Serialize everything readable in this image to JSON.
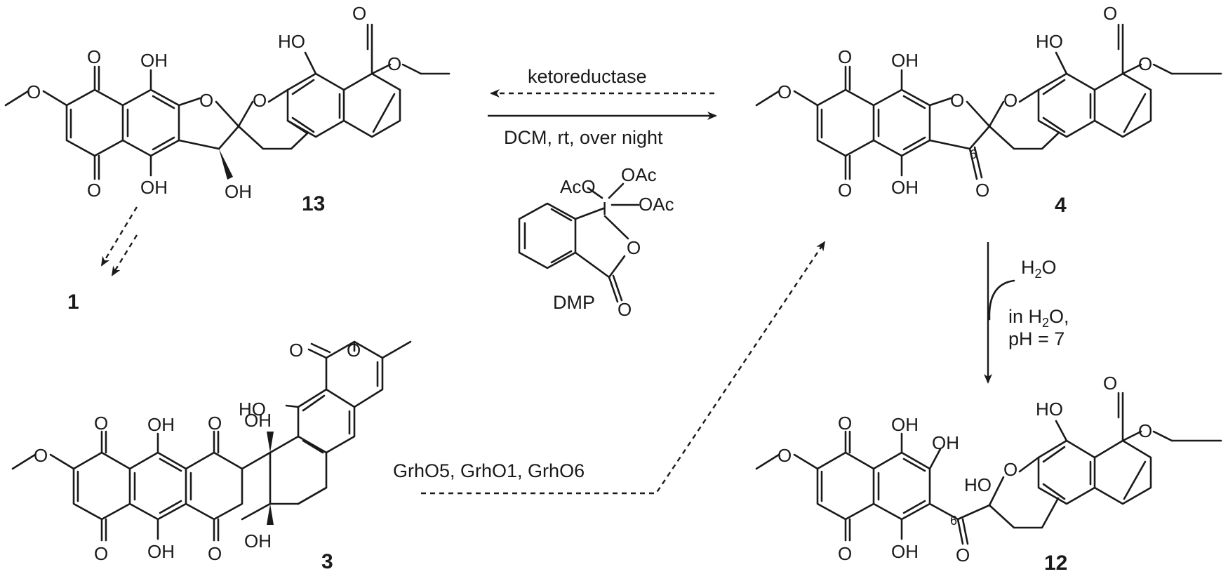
{
  "compounds": {
    "c13": "13",
    "c4": "4",
    "c1": "1",
    "c3": "3",
    "c12": "12"
  },
  "reagents": {
    "enzyme": "ketoreductase",
    "conditions": "DCM, rt, over night",
    "dmp_name": "DMP",
    "dmp_aco": "AcO",
    "dmp_oac": "OAc",
    "dmp_iodine": "I",
    "hydrolysis_water": "H",
    "hydrolysis_water_sub": "2",
    "hydrolysis_water_o": "O",
    "hydrolysis_cond_line1_a": "in H",
    "hydrolysis_cond_line1_sub": "2",
    "hydrolysis_cond_line1_b": "O,",
    "hydrolysis_cond_line2": "pH = 7",
    "enzymes_oxidation": "GrhO5, GrhO1, GrhO6"
  },
  "atoms": {
    "O": "O",
    "OH": "OH",
    "HO": "HO",
    "position6": "6"
  }
}
